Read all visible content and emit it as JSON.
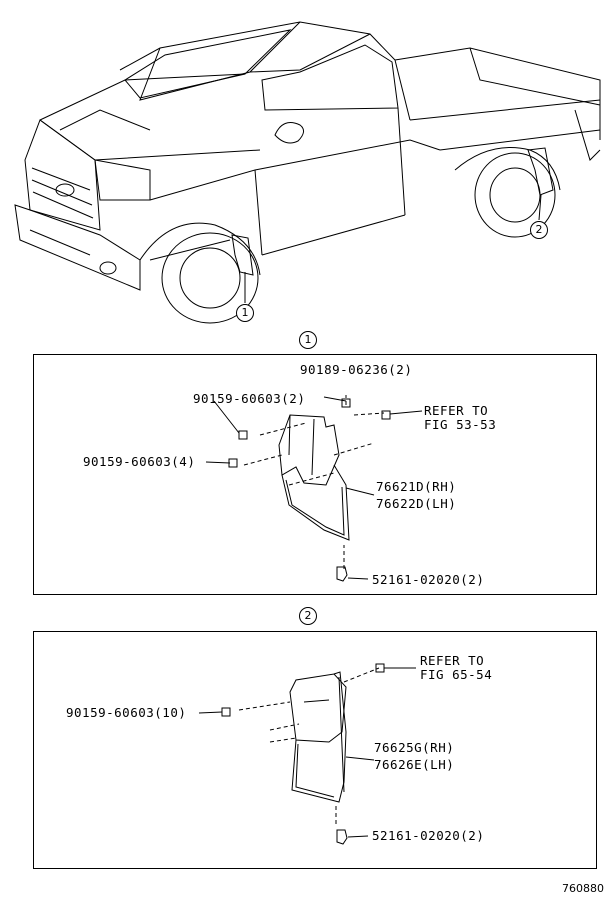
{
  "callouts": {
    "one": "1",
    "two": "2"
  },
  "section1": {
    "marker": "1",
    "bolt_top": "90189-06236(2)",
    "bolt_left_upper": "90159-60603(2)",
    "bolt_left_lower": "90159-60603(4)",
    "refer_line1": "REFER TO",
    "refer_line2": "FIG 53-53",
    "part_rh": "76621D(RH)",
    "part_lh": "76622D(LH)",
    "clip": "52161-02020(2)"
  },
  "section2": {
    "marker": "2",
    "refer_line1": "REFER TO",
    "refer_line2": "FIG 65-54",
    "bolt_left": "90159-60603(10)",
    "part_rh": "76625G(RH)",
    "part_lh": "76626E(LH)",
    "clip": "52161-02020(2)"
  },
  "figure_number": "760880"
}
